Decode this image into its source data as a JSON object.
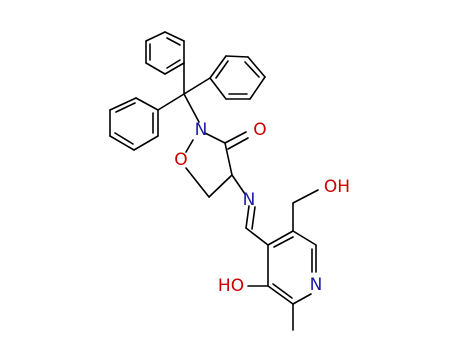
{
  "molecule": {
    "atoms": {
      "carbonyl_o": "O",
      "ring_n": "N",
      "ring_o": "O",
      "imine_n": "N",
      "pyridine_n": "N",
      "phenol_oh": "HO",
      "hydroxymethyl_oh": "OH"
    },
    "colors": {
      "oxygen": "#cc0000",
      "nitrogen": "#1a1aa6",
      "bond": "#000000"
    }
  }
}
